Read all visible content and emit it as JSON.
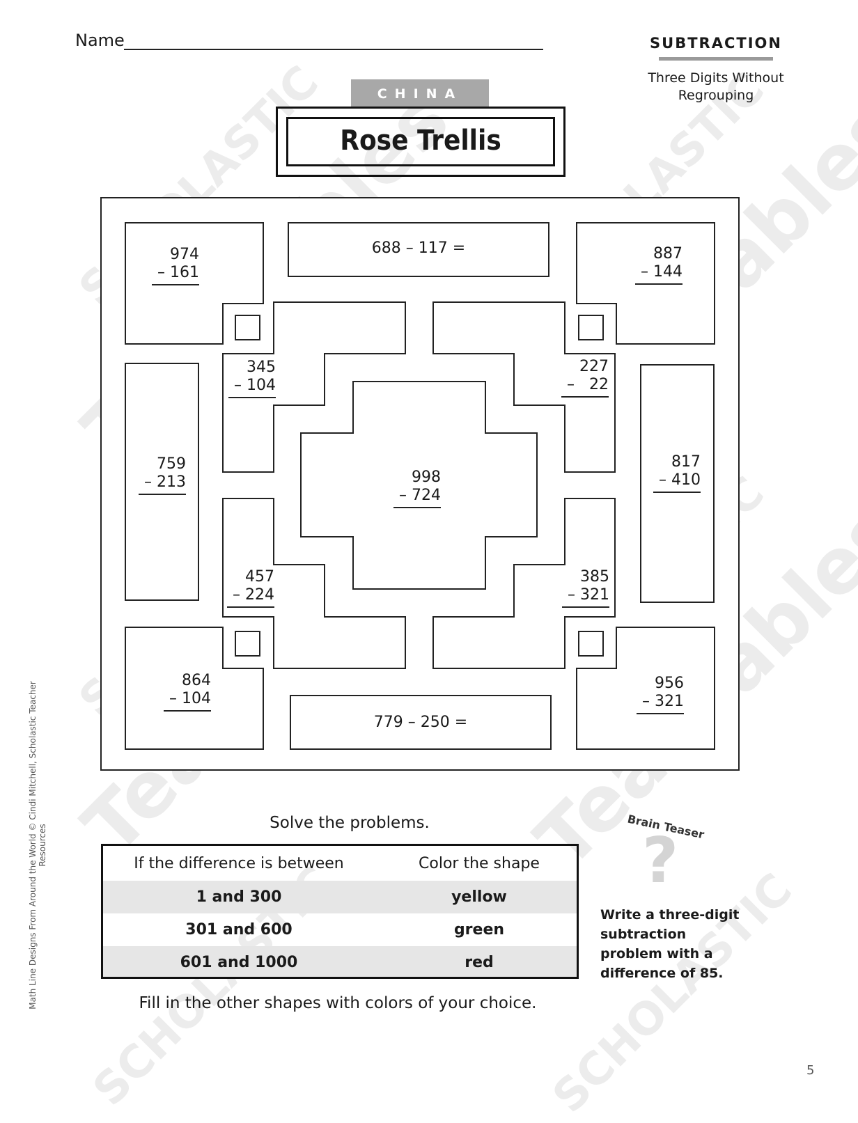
{
  "header": {
    "name_label": "Name",
    "subject": "SUBTRACTION",
    "skill_line1": "Three Digits Without",
    "skill_line2": "Regrouping",
    "country": "CHINA",
    "title": "Rose Trellis"
  },
  "problems": [
    {
      "id": "top-left",
      "top": "974",
      "bottom": "– 161"
    },
    {
      "id": "top-right",
      "top": "887",
      "bottom": "– 144"
    },
    {
      "id": "inner-top-left",
      "top": "345",
      "bottom": "– 104"
    },
    {
      "id": "inner-top-right",
      "top": "227",
      "bottom": "–   22"
    },
    {
      "id": "left-bar",
      "top": "759",
      "bottom": "– 213"
    },
    {
      "id": "center",
      "top": "998",
      "bottom": "– 724"
    },
    {
      "id": "right-bar",
      "top": "817",
      "bottom": "– 410"
    },
    {
      "id": "inner-bottom-left",
      "top": "457",
      "bottom": "– 224"
    },
    {
      "id": "inner-bottom-right",
      "top": "385",
      "bottom": "– 321"
    },
    {
      "id": "bottom-left",
      "top": "864",
      "bottom": "– 104"
    },
    {
      "id": "bottom-right",
      "top": "956",
      "bottom": "– 321"
    }
  ],
  "equations": {
    "top": "688 – 117 =",
    "bottom": "779 – 250 ="
  },
  "instructions": {
    "solve": "Solve the problems.",
    "fill": "Fill in the other shapes with colors of your choice."
  },
  "key": {
    "header_range": "If the difference is between",
    "header_color": "Color the shape",
    "rows": [
      {
        "range": "1 and 300",
        "color": "yellow"
      },
      {
        "range": "301 and 600",
        "color": "green"
      },
      {
        "range": "601 and 1000",
        "color": "red"
      }
    ]
  },
  "brain_teaser": {
    "label": "Brain Teaser",
    "symbol": "?",
    "text": "Write a three-digit subtraction problem with a difference of 85."
  },
  "footer": {
    "credit": "Math Line Designs From Around the World © Cindi Mitchell, Scholastic Teacher Resources",
    "page_number": "5"
  },
  "watermark": {
    "brand1": "SCHOLASTIC",
    "brand2": "Teachables"
  }
}
